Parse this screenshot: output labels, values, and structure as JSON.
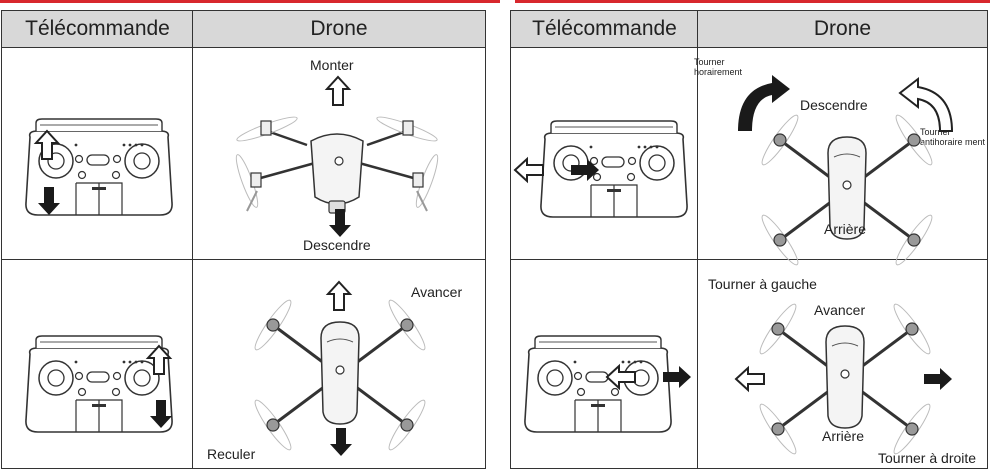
{
  "left_table": {
    "header_remote": "Télécommande",
    "header_drone": "Drone",
    "row1": {
      "label_up": "Monter",
      "label_down": "Descendre"
    },
    "row2": {
      "label_forward": "Avancer",
      "label_back": "Reculer"
    }
  },
  "right_table": {
    "header_remote": "Télécommande",
    "header_drone": "Drone",
    "row1": {
      "label_turn_cw": "Tourner horairement",
      "label_down": "Descendre",
      "label_turn_ccw": "Tourner antihoraire ment",
      "label_back": "Arrière"
    },
    "row2": {
      "label_turn_left": "Tourner à gauche",
      "label_forward": "Avancer",
      "label_back": "Arrière",
      "label_turn_right": "Tourner à droite"
    }
  },
  "colors": {
    "accent_red": "#d8272d",
    "header_bg": "#d8d8d8",
    "line": "#333333"
  },
  "icons": [
    "remote-controller-icon",
    "drone-front-icon",
    "drone-top-icon",
    "arrow-up-outline-icon",
    "arrow-down-filled-icon",
    "arrow-left-outline-icon",
    "arrow-right-filled-icon",
    "curved-arrow-icon"
  ]
}
